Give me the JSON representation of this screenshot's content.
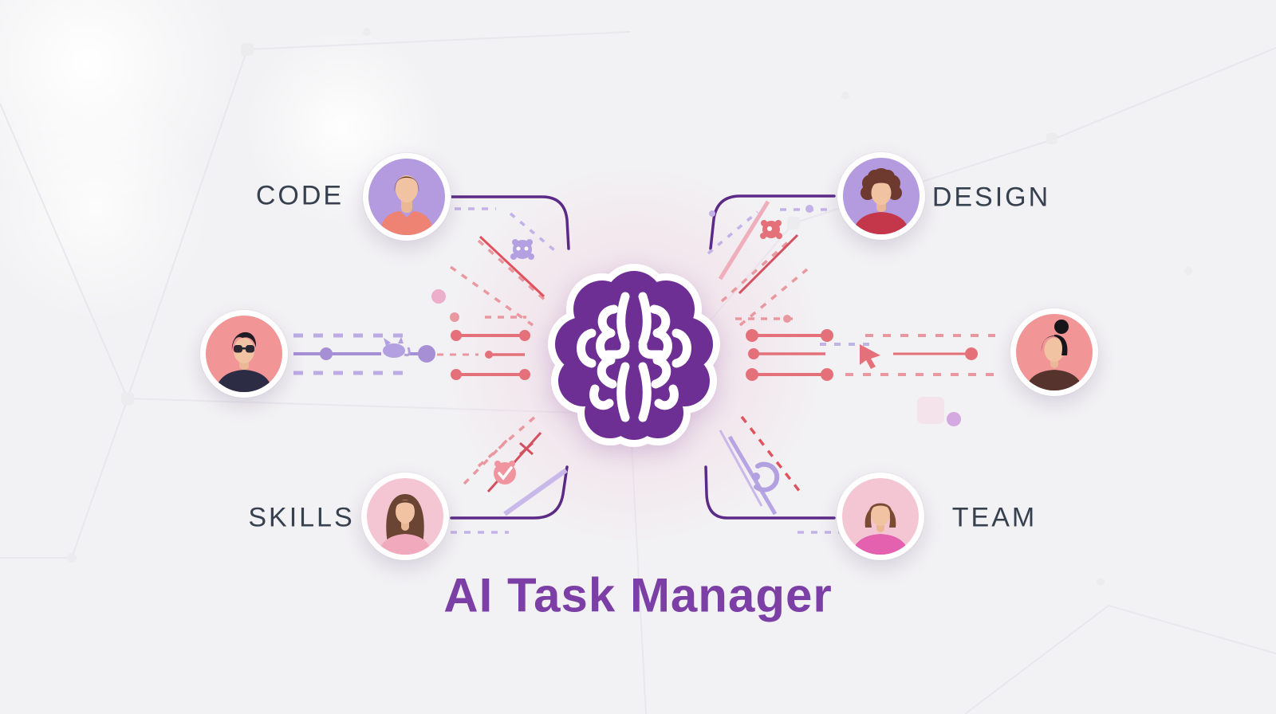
{
  "title": "AI Task Manager",
  "center": {
    "icon": "brain-icon"
  },
  "nodes": {
    "code": {
      "label": "CODE"
    },
    "design": {
      "label": "DESIGN"
    },
    "skills": {
      "label": "SKILLS"
    },
    "team": {
      "label": "TEAM"
    },
    "left_member": {
      "label": ""
    },
    "right_member": {
      "label": ""
    }
  },
  "icons": [
    "brain-icon",
    "robot-icon",
    "cat-icon",
    "pixel-creature-icon",
    "alarm-clock-icon",
    "cursor-arrow-icon",
    "compass-icon"
  ],
  "colors": {
    "background": "#f2f1f3",
    "title_purple": "#7b3fa6",
    "brain_purple": "#6e2f94",
    "label_slate": "#36404e",
    "avatar_lavender": "#b49ade",
    "avatar_salmon": "#f19597",
    "avatar_pink": "#f4c6d4",
    "circuit_purple": "#5b2a86",
    "circuit_lavender": "#b7a4e3",
    "circuit_red": "#e4707a"
  }
}
